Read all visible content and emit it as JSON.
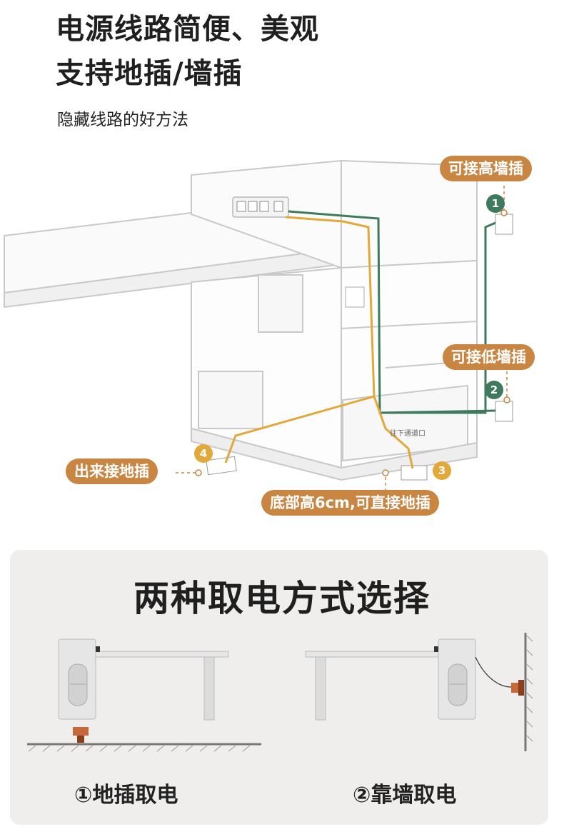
{
  "header": {
    "line1": "电源线路简便、美观",
    "line2": "支持地插/墙插",
    "subtitle": "隐藏线路的好方法"
  },
  "callouts": {
    "high_wall": "可接高墙插",
    "low_wall": "可接低墙插",
    "floor_out": "出来接地插",
    "bottom_height": "底部高6cm,可直接地插",
    "channel": "往下通道口"
  },
  "badges": [
    "1",
    "2",
    "3",
    "4"
  ],
  "colors": {
    "callout": "#c98542",
    "green_wire": "#3f7a5e",
    "orange_wire": "#e3a83a"
  },
  "section": {
    "title": "两种取电方式选择",
    "method1": "①地插取电",
    "method2": "②靠墙取电"
  }
}
